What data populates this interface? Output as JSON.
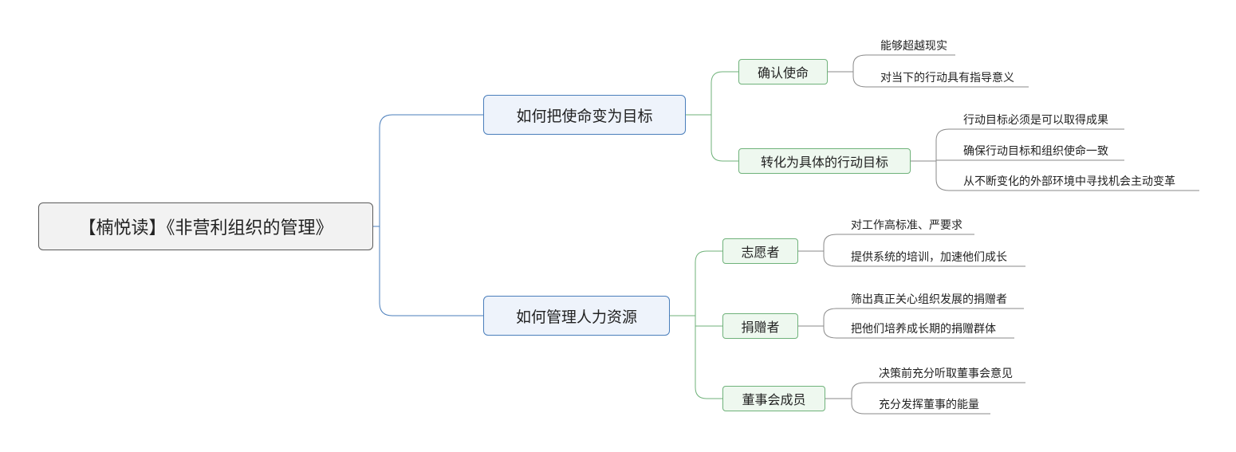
{
  "root": {
    "label": "【楠悦读】《非营利组织的管理》"
  },
  "branches": [
    {
      "label": "如何把使命变为目标",
      "children": [
        {
          "label": "确认使命",
          "leaves": [
            "能够超越现实",
            "对当下的行动具有指导意义"
          ]
        },
        {
          "label": "转化为具体的行动目标",
          "leaves": [
            "行动目标必须是可以取得成果",
            "确保行动目标和组织使命一致",
            "从不断变化的外部环境中寻找机会主动变革"
          ]
        }
      ]
    },
    {
      "label": "如何管理人力资源",
      "children": [
        {
          "label": "志愿者",
          "leaves": [
            "对工作高标准、严要求",
            "提供系统的培训，加速他们成长"
          ]
        },
        {
          "label": "捐赠者",
          "leaves": [
            "筛出真正关心组织发展的捐赠者",
            "把他们培养成长期的捐赠群体"
          ]
        },
        {
          "label": "董事会成员",
          "leaves": [
            "决策前充分听取董事会意见",
            "充分发挥董事的能量"
          ]
        }
      ]
    }
  ],
  "colors": {
    "root_line": "#4a7ebb",
    "branch_line": "#6fb27a",
    "leaf_line": "#8a8a8a"
  }
}
